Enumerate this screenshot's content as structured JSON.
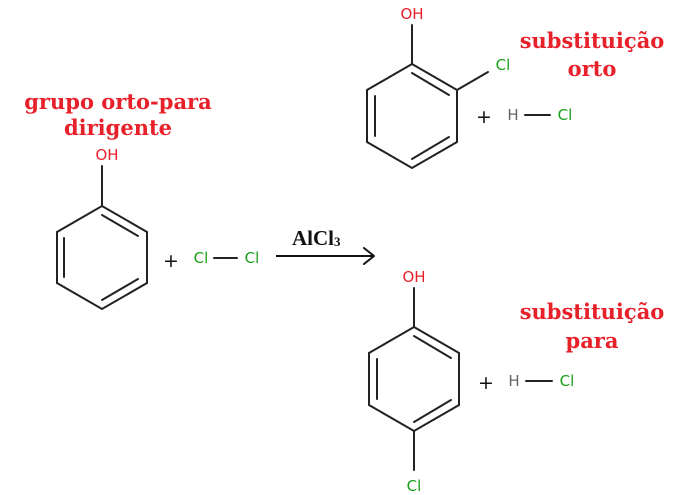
{
  "colors": {
    "label": "#e8202a",
    "oxygen": "#e8202a",
    "chlorine": "#1a9e1a",
    "hydrogen": "#666666",
    "bond": "#222222"
  },
  "labels": {
    "directing_group_line1": "grupo orto-para",
    "directing_group_line2": "dirigente",
    "ortho_line1": "substituição",
    "ortho_line2": "orto",
    "para_line1": "substituição",
    "para_line2": "para"
  },
  "reactants": {
    "phenol_oh": "OH",
    "plus": "+",
    "cl_left": "Cl",
    "cl_right": "Cl"
  },
  "arrow": {
    "catalyst": "AlCl",
    "catalyst_subscript": "3"
  },
  "ortho_product": {
    "oh": "OH",
    "cl": "Cl",
    "plus": "+",
    "h": "H",
    "cl_hcl": "Cl"
  },
  "para_product": {
    "oh": "OH",
    "cl": "Cl",
    "plus": "+",
    "h": "H",
    "cl_hcl": "Cl"
  }
}
